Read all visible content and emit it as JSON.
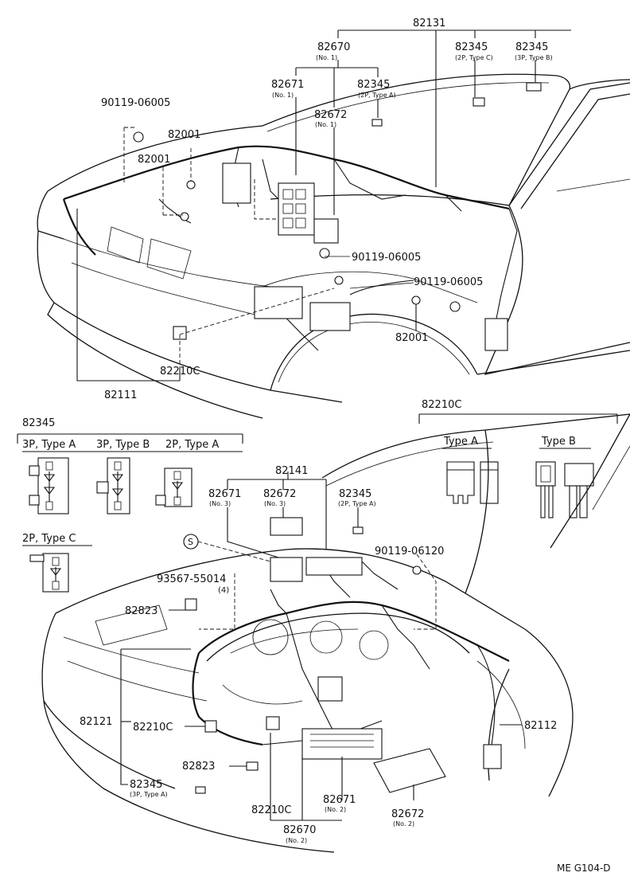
{
  "callouts": {
    "c82131": "82131",
    "c82670_top": "82670",
    "c82670_top_sub": "(No. 1)",
    "c82345_2pC": "82345",
    "c82345_2pC_sub": "(2P, Type C)",
    "c82345_3pB": "82345",
    "c82345_3pB_sub": "(3P, Type B)",
    "c82671_top": "82671",
    "c82671_top_sub": "(No. 1)",
    "c82345_2pA_top": "82345",
    "c82345_2pA_top_sub": "(2P, Type A)",
    "c82672_top": "82672",
    "c82672_top_sub": "(No. 1)",
    "c90119_06005_a": "90119-06005",
    "c82001_a": "82001",
    "c82001_b": "82001",
    "c90119_06005_b": "90119-06005",
    "c90119_06005_c": "90119-06005",
    "c82001_c": "82001",
    "c82210C_top": "82210C",
    "c82111": "82111",
    "c82141": "82141",
    "c82671_mid": "82671",
    "c82671_mid_sub": "(No. 3)",
    "c82672_mid": "82672",
    "c82672_mid_sub": "(No. 3)",
    "c82345_mid": "82345",
    "c82345_mid_sub": "(2P, Type A)",
    "c90119_06120": "90119-06120",
    "c_s_mark": "S",
    "c93567": "93567-55014",
    "c93567_sub": "(4)",
    "c82823_a": "82823",
    "c82121": "82121",
    "c82210C_mid": "82210C",
    "c82823_b": "82823",
    "c82345_bot": "82345",
    "c82345_bot_sub": "(3P, Type A)",
    "c82210C_bot": "82210C",
    "c82671_bot": "82671",
    "c82671_bot_sub": "(No. 2)",
    "c82670_bot": "82670",
    "c82670_bot_sub": "(No. 2)",
    "c82672_bot": "82672",
    "c82672_bot_sub": "(No. 2)",
    "c82112": "82112"
  },
  "legend_connectors": {
    "heading": "82345",
    "type_3pA": "3P, Type A",
    "type_3pB": "3P, Type B",
    "type_2pA": "2P, Type A",
    "type_2pC": "2P, Type C"
  },
  "legend_fuses": {
    "heading": "82210C",
    "type_a": "Type A",
    "type_b": "Type B"
  },
  "figure_code": "ME G104-D"
}
